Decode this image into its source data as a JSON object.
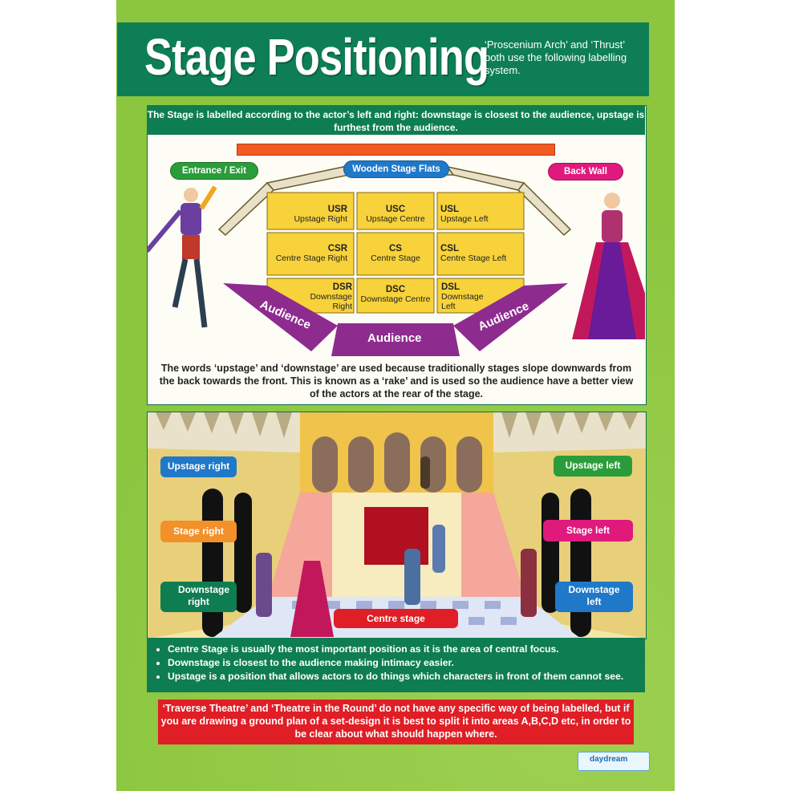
{
  "header": {
    "title": "Stage Positioning",
    "subtitle": "‘Proscenium Arch’ and ‘Thrust’ both use the following labelling system."
  },
  "panel1": {
    "intro": "The Stage is labelled according to the actor’s left and right: downstage is closest to the audience, upstage is furthest from the audience.",
    "labels": {
      "entrance": "Entrance / Exit",
      "flats": "Wooden Stage Flats",
      "backwall": "Back Wall"
    },
    "grid": [
      {
        "code": "USR",
        "name": "Upstage Right"
      },
      {
        "code": "USC",
        "name": "Upstage Centre"
      },
      {
        "code": "USL",
        "name": "Upstage Left"
      },
      {
        "code": "CSR",
        "name": "Centre Stage Right"
      },
      {
        "code": "CS",
        "name": "Centre Stage"
      },
      {
        "code": "CSL",
        "name": "Centre Stage Left"
      },
      {
        "code": "DSR",
        "name": "Downstage Right"
      },
      {
        "code": "DSC",
        "name": "Downstage Centre"
      },
      {
        "code": "DSL",
        "name": "Downstage Left"
      }
    ],
    "audience": [
      "Audience",
      "Audience",
      "Audience"
    ],
    "explanation": "The words ‘upstage’ and ‘downstage’ are used because traditionally stages slope downwards from the back towards the front. This is known as a ‘rake’ and is used so the audience have a better view of the actors at the rear of the stage."
  },
  "panel2": {
    "callouts": {
      "upstage_right": "Upstage right",
      "upstage_left": "Upstage left",
      "stage_right": "Stage right",
      "stage_left": "Stage left",
      "downstage_right": "Downstage right",
      "downstage_left": "Downstage left",
      "centre_stage": "Centre stage"
    }
  },
  "bullets": [
    "Centre Stage is usually the most important position as it is the area of central focus.",
    "Downstage is closest to the audience making intimacy easier.",
    "Upstage is a position that allows actors to do things which characters in front of them cannot see."
  ],
  "footer_note": "‘Traverse Theatre’ and ‘Theatre in the Round’ do not have any specific way of being labelled, but if you are drawing a ground plan of a set-design it is best to split it into areas A,B,C,D etc, in order to be clear about what should happen where.",
  "logo": "daydream",
  "colors": {
    "poster_green": "#8cc63f",
    "header_green": "#0e7f55",
    "stage_yellow": "#f7d23a",
    "audience_purple": "#8e2b8f",
    "accent_red": "#e01e26",
    "accent_blue": "#1f78c8",
    "accent_orange": "#f3902a",
    "accent_pink": "#e0197d",
    "accent_green": "#2a9d3a"
  }
}
